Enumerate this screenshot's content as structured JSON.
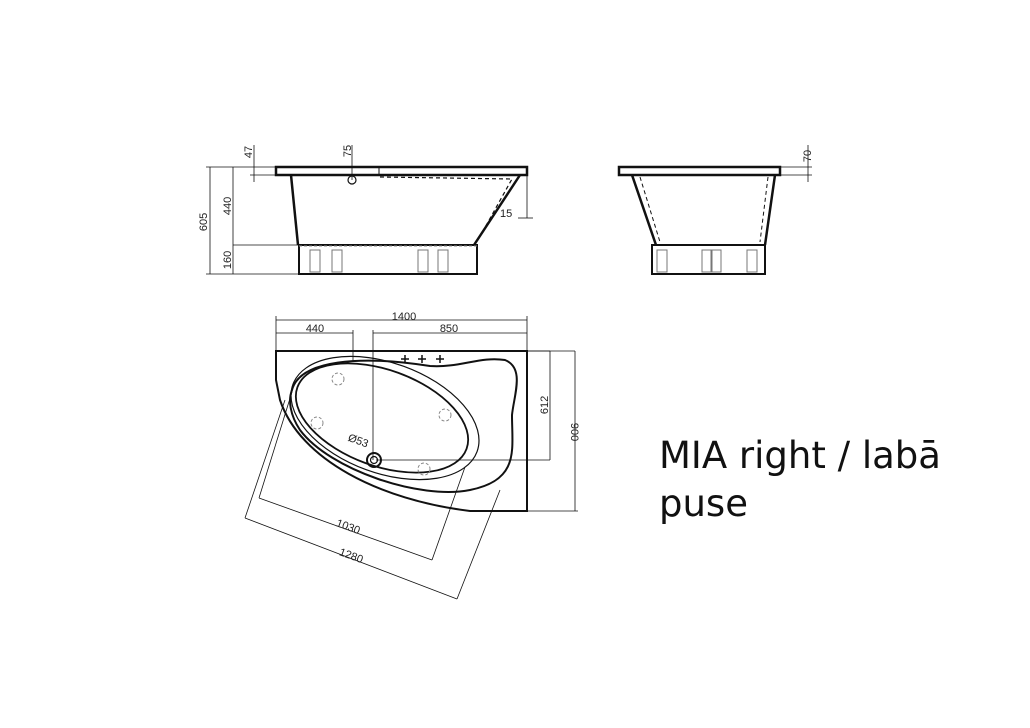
{
  "title": {
    "line1": "MIA right / labā",
    "line2": "puse"
  },
  "side_view": {
    "dims": {
      "total_height": "605",
      "inner_depth": "440",
      "leg_height": "160",
      "rim": "47",
      "overflow": "75",
      "offset": "15"
    }
  },
  "end_view": {
    "dims": {
      "rim": "70"
    }
  },
  "plan_view": {
    "dims": {
      "length": "1400",
      "left_to_drain": "440",
      "drain_to_right": "850",
      "drain_depth": "612",
      "width": "900",
      "basin_inner": "1030",
      "basin_outer": "1280",
      "drain_diameter": "Ø53"
    }
  }
}
